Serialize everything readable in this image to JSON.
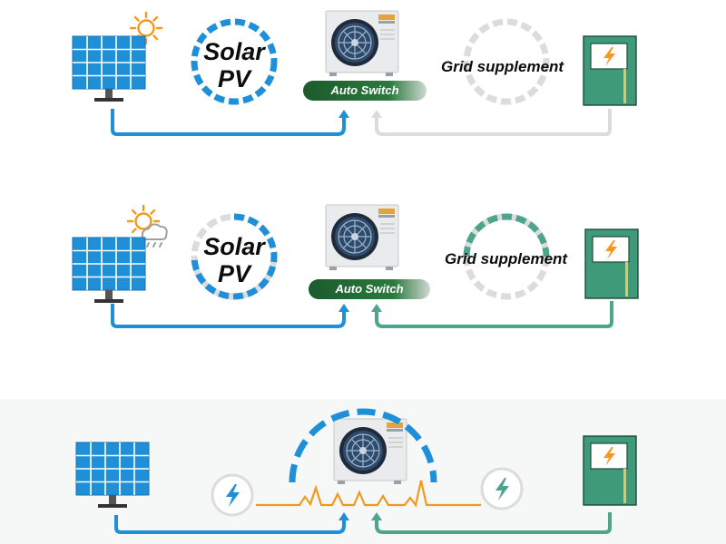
{
  "rows": [
    {
      "source_label_line1": "Solar",
      "source_label_line2": "PV",
      "switch_label": "Auto Switch",
      "grid_label": "Grid supplement",
      "weather_icon": "sun-icon",
      "pv_ring_state": "active",
      "grid_ring_state": "inactive"
    },
    {
      "source_label_line1": "Solar",
      "source_label_line2": "PV",
      "switch_label": "Auto Switch",
      "grid_label": "Grid supplement",
      "weather_icon": "sun-cloud-rain-icon",
      "pv_ring_state": "partial",
      "grid_ring_state": "partial"
    },
    {
      "mode": "hybrid",
      "weather_icon": "none"
    }
  ],
  "icons": {
    "panel": "solar-panel-icon",
    "unit": "heat-pump-icon",
    "grid": "grid-power-box-icon",
    "bolt": "lightning-bolt-icon"
  },
  "colors": {
    "solar_blue": "#1f8fd8",
    "grid_teal": "#4da58c",
    "inactive_gray": "#dcdcdc",
    "sun_orange": "#f39a1e",
    "box_green": "#3f9a7a",
    "switch_green": "#256b36",
    "spark_orange": "#f39a1e"
  }
}
